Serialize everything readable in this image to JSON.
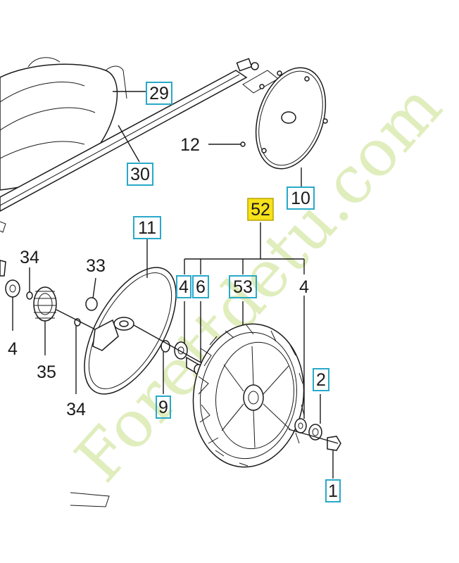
{
  "labels": {
    "l29": "29",
    "l30": "30",
    "l12": "12",
    "l10": "10",
    "l52": "52",
    "l11": "11",
    "l34a": "34",
    "l33": "33",
    "l4a": "4",
    "l6": "6",
    "l53": "53",
    "l4b": "4",
    "l4c": "4",
    "l35": "35",
    "l34b": "34",
    "l9": "9",
    "l2": "2",
    "l1": "1"
  },
  "watermark": "Forettdetu.com",
  "colors": {
    "label_box": "#29a9c9",
    "highlight": "#f7e21b",
    "watermark": "#d6e7a8"
  }
}
